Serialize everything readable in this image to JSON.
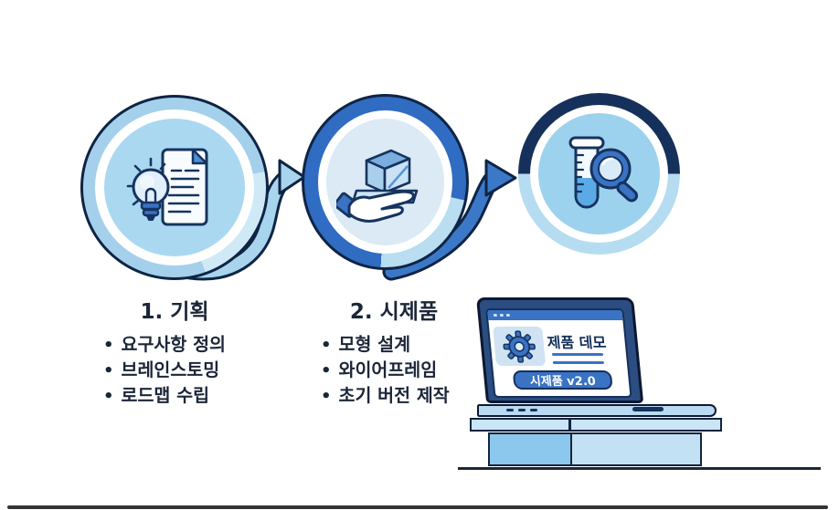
{
  "bullet_char": "•",
  "steps": [
    {
      "title": "1. 기획",
      "icon": "lightbulb-document-icon",
      "bullets": [
        "요구사항 정의",
        "브레인스토밍",
        "로드맵 수립"
      ]
    },
    {
      "title": "2. 시제품",
      "icon": "hand-prototype-icon",
      "bullets": [
        "모형 설계",
        "와이어프레임",
        "초기 버전 제작"
      ]
    },
    {
      "icon": "testtube-magnifier-icon"
    }
  ],
  "laptop": {
    "window_title": "제품 데모",
    "button_label": "시제품 v2.0",
    "titlebar_dots": 3,
    "screen_icon": "gear-icon"
  },
  "colors": {
    "step1_ring": "#a4d0ec",
    "step1_ring_highlight": "#cfe9f7",
    "step2_ring": "#2f6cc2",
    "step3_ring_top": "#16305c",
    "step3_ring_bottom": "#b5dcf1",
    "outline_navy": "#0f2444",
    "arrow1_fill": "#a8d4ee",
    "arrow2_fill": "#3b79c8",
    "text_dark": "#1b2638",
    "laptop_accent": "#3a72c4",
    "laptop_frame": "#2c4d82",
    "desk_blue": "#8cc8ee"
  }
}
